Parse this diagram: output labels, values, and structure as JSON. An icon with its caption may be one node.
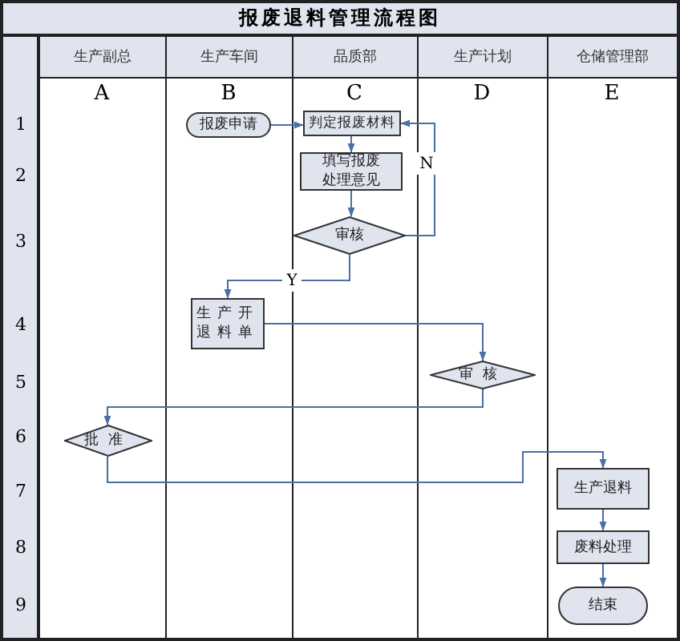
{
  "diagram": {
    "title": "报废退料管理流程图",
    "nodes": [
      {
        "text": [
          "报废申请"
        ]
      },
      {
        "text": [
          "判定报废材料"
        ]
      },
      {
        "text": [
          "填写报废处理意见"
        ]
      },
      {
        "text": [
          "审核"
        ]
      },
      {
        "text": [
          "生产开退料单"
        ]
      },
      {
        "text": [
          "审核"
        ]
      },
      {
        "text": [
          "批准"
        ]
      },
      {
        "text": [
          "生产退料"
        ]
      },
      {
        "text": [
          "废料处理"
        ]
      },
      {
        "text": [
          "结束"
        ]
      }
    ],
    "edges": [
      {
        "from": 0,
        "to": 1,
        "arrow": "to"
      },
      {
        "from": 1,
        "to": 2,
        "arrow": "to"
      },
      {
        "from": 2,
        "to": 3,
        "arrow": "to"
      },
      {
        "from": 3,
        "to": 1,
        "arrow": "to",
        "label": "N"
      },
      {
        "from": 3,
        "to": 4,
        "arrow": "to",
        "label": "Y"
      },
      {
        "from": 4,
        "to": 5,
        "arrow": "to"
      },
      {
        "from": 5,
        "to": 6,
        "arrow": "to"
      },
      {
        "from": 6,
        "to": 7,
        "arrow": "to"
      },
      {
        "from": 7,
        "to": 8,
        "arrow": "to"
      },
      {
        "from": 8,
        "to": 9,
        "arrow": "to"
      }
    ],
    "labels": [
      "生产副总",
      "生产车间",
      "品质部",
      "生产计划",
      "仓储管理部",
      "A",
      "B",
      "C",
      "D",
      "E",
      "1",
      "2",
      "3",
      "4",
      "5",
      "6",
      "7",
      "8",
      "9"
    ]
  }
}
